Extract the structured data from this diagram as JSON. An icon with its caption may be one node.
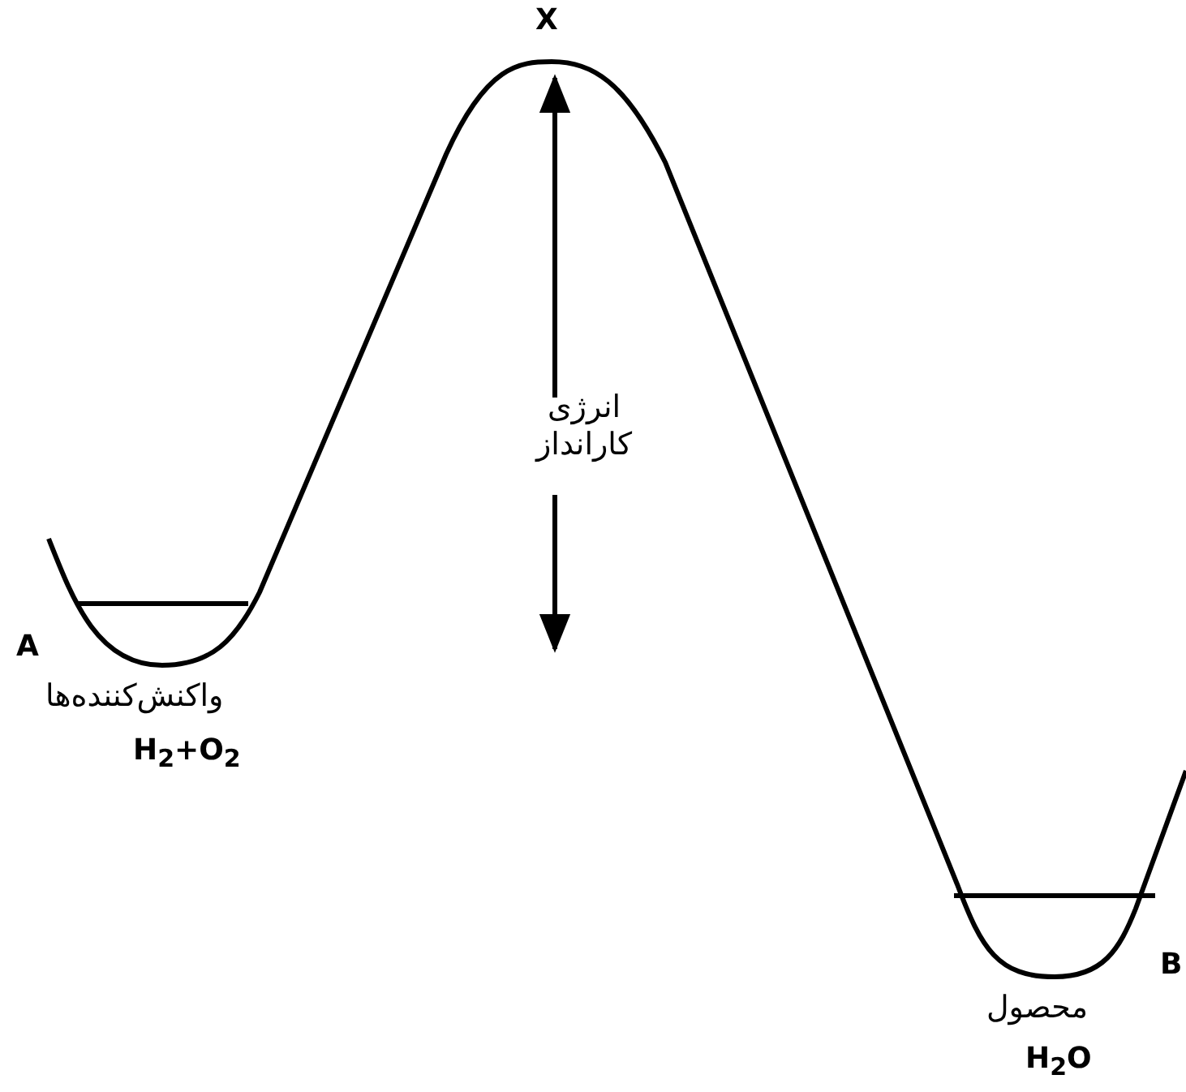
{
  "diagram": {
    "labels": [
      "X",
      "انرژی کارانداز",
      "A",
      "واکنش‌کننده‌ها",
      "H$_{2}$+O$_{2}$",
      "B",
      "محصول",
      "H$_{2}$O"
    ]
  }
}
